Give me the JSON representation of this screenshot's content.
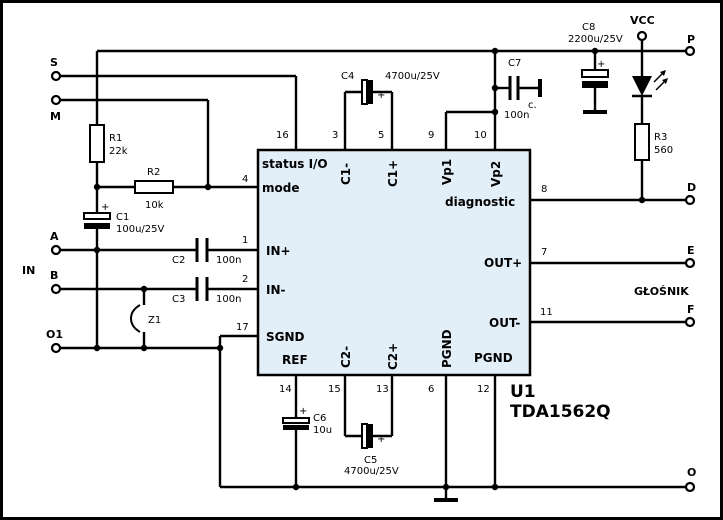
{
  "ic": {
    "name": "U1",
    "part": "TDA1562Q",
    "pins": {
      "status_io": "status I/O",
      "mode": "mode",
      "in_plus": "IN+",
      "in_minus": "IN-",
      "sgnd": "SGND",
      "ref": "REF",
      "c1_minus": "C1-",
      "c1_plus": "C1+",
      "vp1": "Vp1",
      "vp2": "Vp2",
      "diagnostic": "diagnostic",
      "out_plus": "OUT+",
      "out_minus": "OUT-",
      "c2_minus": "C2-",
      "c2_plus": "C2+",
      "pgnd_bottom": "PGND",
      "pgnd_right": "PGND"
    },
    "pin_numbers": {
      "p16": "16",
      "p3": "3",
      "p5": "5",
      "p9": "9",
      "p10": "10",
      "p4": "4",
      "p1": "1",
      "p2": "2",
      "p17": "17",
      "p8": "8",
      "p7": "7",
      "p11": "11",
      "p14": "14",
      "p15": "15",
      "p13": "13",
      "p6": "6",
      "p12": "12"
    }
  },
  "terminals": {
    "s": "S",
    "m": "M",
    "a": "A",
    "b": "B",
    "o1": "O1",
    "p": "P",
    "d": "D",
    "e": "E",
    "f": "F",
    "o": "O",
    "vcc": "VCC"
  },
  "labels": {
    "in": "IN",
    "speaker": "GŁOŚNIK"
  },
  "components": {
    "r1": {
      "ref": "R1",
      "value": "22k"
    },
    "r2": {
      "ref": "R2",
      "value": "10k"
    },
    "r3": {
      "ref": "R3",
      "value": "560"
    },
    "c1": {
      "ref": "C1",
      "value": "100u/25V"
    },
    "c2": {
      "ref": "C2",
      "value": "100n"
    },
    "c3": {
      "ref": "C3",
      "value": "100n"
    },
    "c4": {
      "ref": "C4",
      "value": "4700u/25V"
    },
    "c5": {
      "ref": "C5",
      "value": "4700u/25V"
    },
    "c6": {
      "ref": "C6",
      "value": "10u"
    },
    "c7": {
      "ref": "C7",
      "value": "100n",
      "note": "c."
    },
    "c8": {
      "ref": "C8",
      "value": "2200u/25V"
    },
    "z1": {
      "ref": "Z1"
    }
  },
  "colors": {
    "ic_fill": "#e2eef8",
    "frame": "#000000",
    "background": "#ffffff"
  }
}
